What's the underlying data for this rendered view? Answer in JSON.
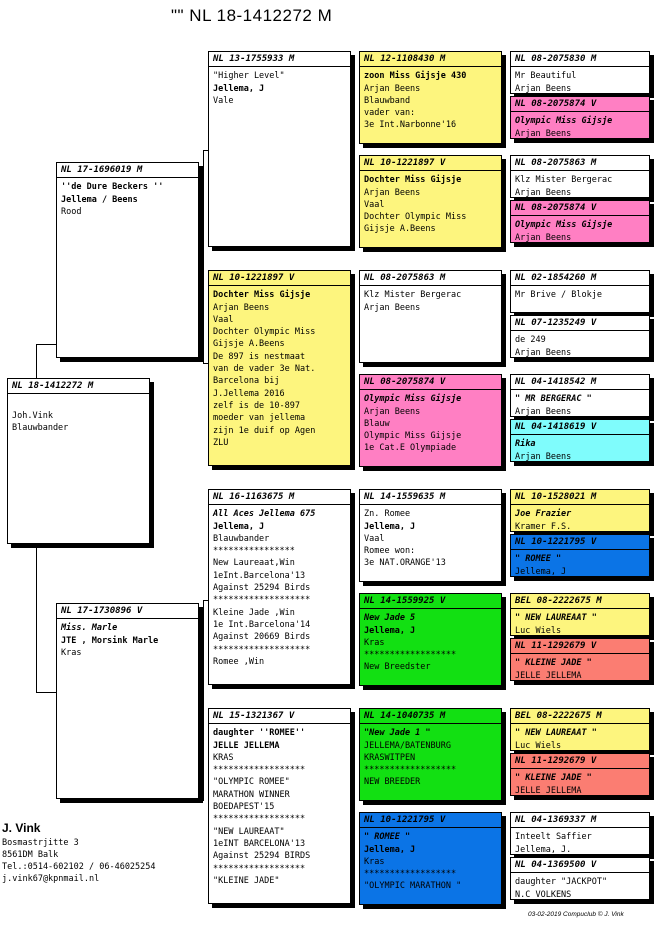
{
  "title": "\"\"   NL  18-1412272 M",
  "owner": {
    "name": "J. Vink",
    "address1": "Bosmastrjitte 3",
    "address2": "8561DM  Balk",
    "tel": "Tel.:0514-602102 / 06-46025254",
    "email": "j.vink67@kpnmail.nl"
  },
  "footer": "03-02-2019   Compuclub ©  J. Vink",
  "pigeons": {
    "subject": {
      "ring": "NL  18-1412272 M",
      "lines": [
        "",
        "Joh.Vink",
        "Blauwbander"
      ]
    },
    "sire": {
      "ring": "NL  17-1696019 M",
      "lines": [
        "''de Dure Beckers ''",
        "Jellema / Beens",
        "Rood"
      ]
    },
    "dam": {
      "ring": "NL  17-1730896 V",
      "lines": [
        " Miss. Marle",
        " JTE  , Morsink Marle",
        "Kras"
      ]
    },
    "ss": {
      "ring": "NL  13-1755933 M",
      "lines": [
        "\"Higher Level\"",
        "Jellema, J",
        "Vale"
      ]
    },
    "sd": {
      "ring": "NL  10-1221897 V",
      "lines": [
        "Dochter Miss Gijsje",
        "Arjan Beens",
        "Vaal",
        "Dochter Olympic Miss",
        "Gijsje A.Beens",
        "De 897 is nestmaat",
        "van de vader 3e Nat.",
        "Barcelona bij",
        "J.Jellema 2016",
        "zelf is de 10-897",
        "moeder van jellema",
        "zijn 1e duif op Agen",
        "ZLU"
      ]
    },
    "ds": {
      "ring": "NL  16-1163675 M",
      "lines": [
        "All Aces Jellema 675",
        "Jellema, J",
        "Blauwbander",
        "****************",
        "New Laureaat,Win",
        "1eInt.Barcelona'13",
        "Against 25294 Birds",
        "*******************",
        "Kleine Jade ,Win",
        "1e Int.Barcelona'14",
        "Against 20669 Birds",
        "*******************",
        "Romee ,Win"
      ]
    },
    "dd": {
      "ring": "NL  15-1321367 V",
      "lines": [
        "daughter ''ROMEE''",
        "JELLE JELLEMA",
        "KRAS",
        "******************",
        "\"OLYMPIC ROMEE\"",
        "MARATHON WINNER",
        "BOEDAPEST'15",
        "******************",
        "\"NEW LAUREAAT\"",
        "1eINT BARCELONA'13",
        "Against 25294 BIRDS",
        "******************",
        "\"KLEINE JADE\""
      ]
    },
    "sss": {
      "ring": "NL  12-1108430 M",
      "lines": [
        "zoon Miss Gijsje 430",
        "Arjan Beens",
        "Blauwband",
        "vader van:",
        "3e Int.Narbonne'16"
      ]
    },
    "ssd": {
      "ring": "NL  10-1221897 V",
      "lines": [
        "Dochter Miss Gijsje",
        "Arjan Beens",
        "Vaal",
        "Dochter Olympic Miss",
        "Gijsje A.Beens"
      ]
    },
    "sds": {
      "ring": "NL  08-2075863 M",
      "lines": [
        "Klz Mister Bergerac",
        "Arjan Beens"
      ]
    },
    "sdd": {
      "ring": "NL  08-2075874 V",
      "lines": [
        " Olympic Miss Gijsje",
        "Arjan Beens",
        "Blauw",
        "Olympic Miss Gijsje",
        "1e Cat.E Olympiade"
      ]
    },
    "dss": {
      "ring": "NL  14-1559635 M",
      "lines": [
        "Zn. Romee",
        "Jellema, J",
        "Vaal",
        "Romee won:",
        "3e NAT.ORANGE'13"
      ]
    },
    "dsd": {
      "ring": "NL  14-1559925 V",
      "lines": [
        " New Jade 5",
        "Jellema, J",
        "Kras",
        "******************",
        "New Breedster"
      ]
    },
    "dds": {
      "ring": "NL  14-1040735 M",
      "lines": [
        " \"New Jade  1 \"",
        " JELLEMA/BATENBURG",
        " KRASWITPEN",
        "******************",
        " NEW BREEDER"
      ]
    },
    "ddd": {
      "ring": "NL  10-1221795 V",
      "lines": [
        " \" ROMEE \"",
        "Jellema, J",
        "Kras",
        "******************",
        "\"OLYMPIC MARATHON \""
      ]
    },
    "ssss": {
      "ring": "NL  08-2075830 M",
      "lines": [
        "Mr Beautiful",
        "Arjan Beens"
      ]
    },
    "sssd": {
      "ring": "NL  08-2075874 V",
      "lines": [
        " Olympic Miss Gijsje",
        "Arjan Beens"
      ]
    },
    "ssds": {
      "ring": "NL  08-2075863 M",
      "lines": [
        "Klz Mister Bergerac",
        "Arjan Beens"
      ]
    },
    "ssdd": {
      "ring": "NL  08-2075874 V",
      "lines": [
        " Olympic Miss Gijsje",
        "Arjan Beens"
      ]
    },
    "sdss": {
      "ring": "NL  02-1854260 M",
      "lines": [
        "Mr Brive / Blokje"
      ]
    },
    "sdsd": {
      "ring": "NL  07-1235249 V",
      "lines": [
        "de 249",
        "Arjan Beens"
      ]
    },
    "sdds": {
      "ring": "NL  04-1418542 M",
      "lines": [
        " \" MR BERGERAC \"",
        "Arjan Beens"
      ]
    },
    "sddd": {
      "ring": "NL  04-1418619 V",
      "lines": [
        " Rika",
        "Arjan Beens"
      ]
    },
    "dsss": {
      "ring": "NL  10-1528021 M",
      "lines": [
        "Joe Frazier",
        "Kramer F.S."
      ]
    },
    "dssd": {
      "ring": "NL  10-1221795 V",
      "lines": [
        " \" ROMEE \"",
        "Jellema, J"
      ]
    },
    "dsds": {
      "ring": "BEL 08-2222675 M",
      "lines": [
        " \" NEW LAUREAAT \"",
        " Luc  Wiels"
      ]
    },
    "dsdd": {
      "ring": "NL  11-1292679 V",
      "lines": [
        " \" KLEINE JADE \"",
        "JELLE JELLEMA"
      ]
    },
    "ddss": {
      "ring": "BEL 08-2222675 M",
      "lines": [
        " \" NEW LAUREAAT \"",
        " Luc  Wiels"
      ]
    },
    "ddsd": {
      "ring": "NL  11-1292679 V",
      "lines": [
        " \" KLEINE JADE \"",
        "JELLE JELLEMA"
      ]
    },
    "ddds": {
      "ring": "NL  04-1369337 M",
      "lines": [
        "Inteelt Saffier",
        "Jellema, J."
      ]
    },
    "dddd": {
      "ring": "NL  04-1369500 V",
      "lines": [
        " daughter \"JACKPOT\"",
        "   N.C  VOLKENS"
      ]
    }
  }
}
